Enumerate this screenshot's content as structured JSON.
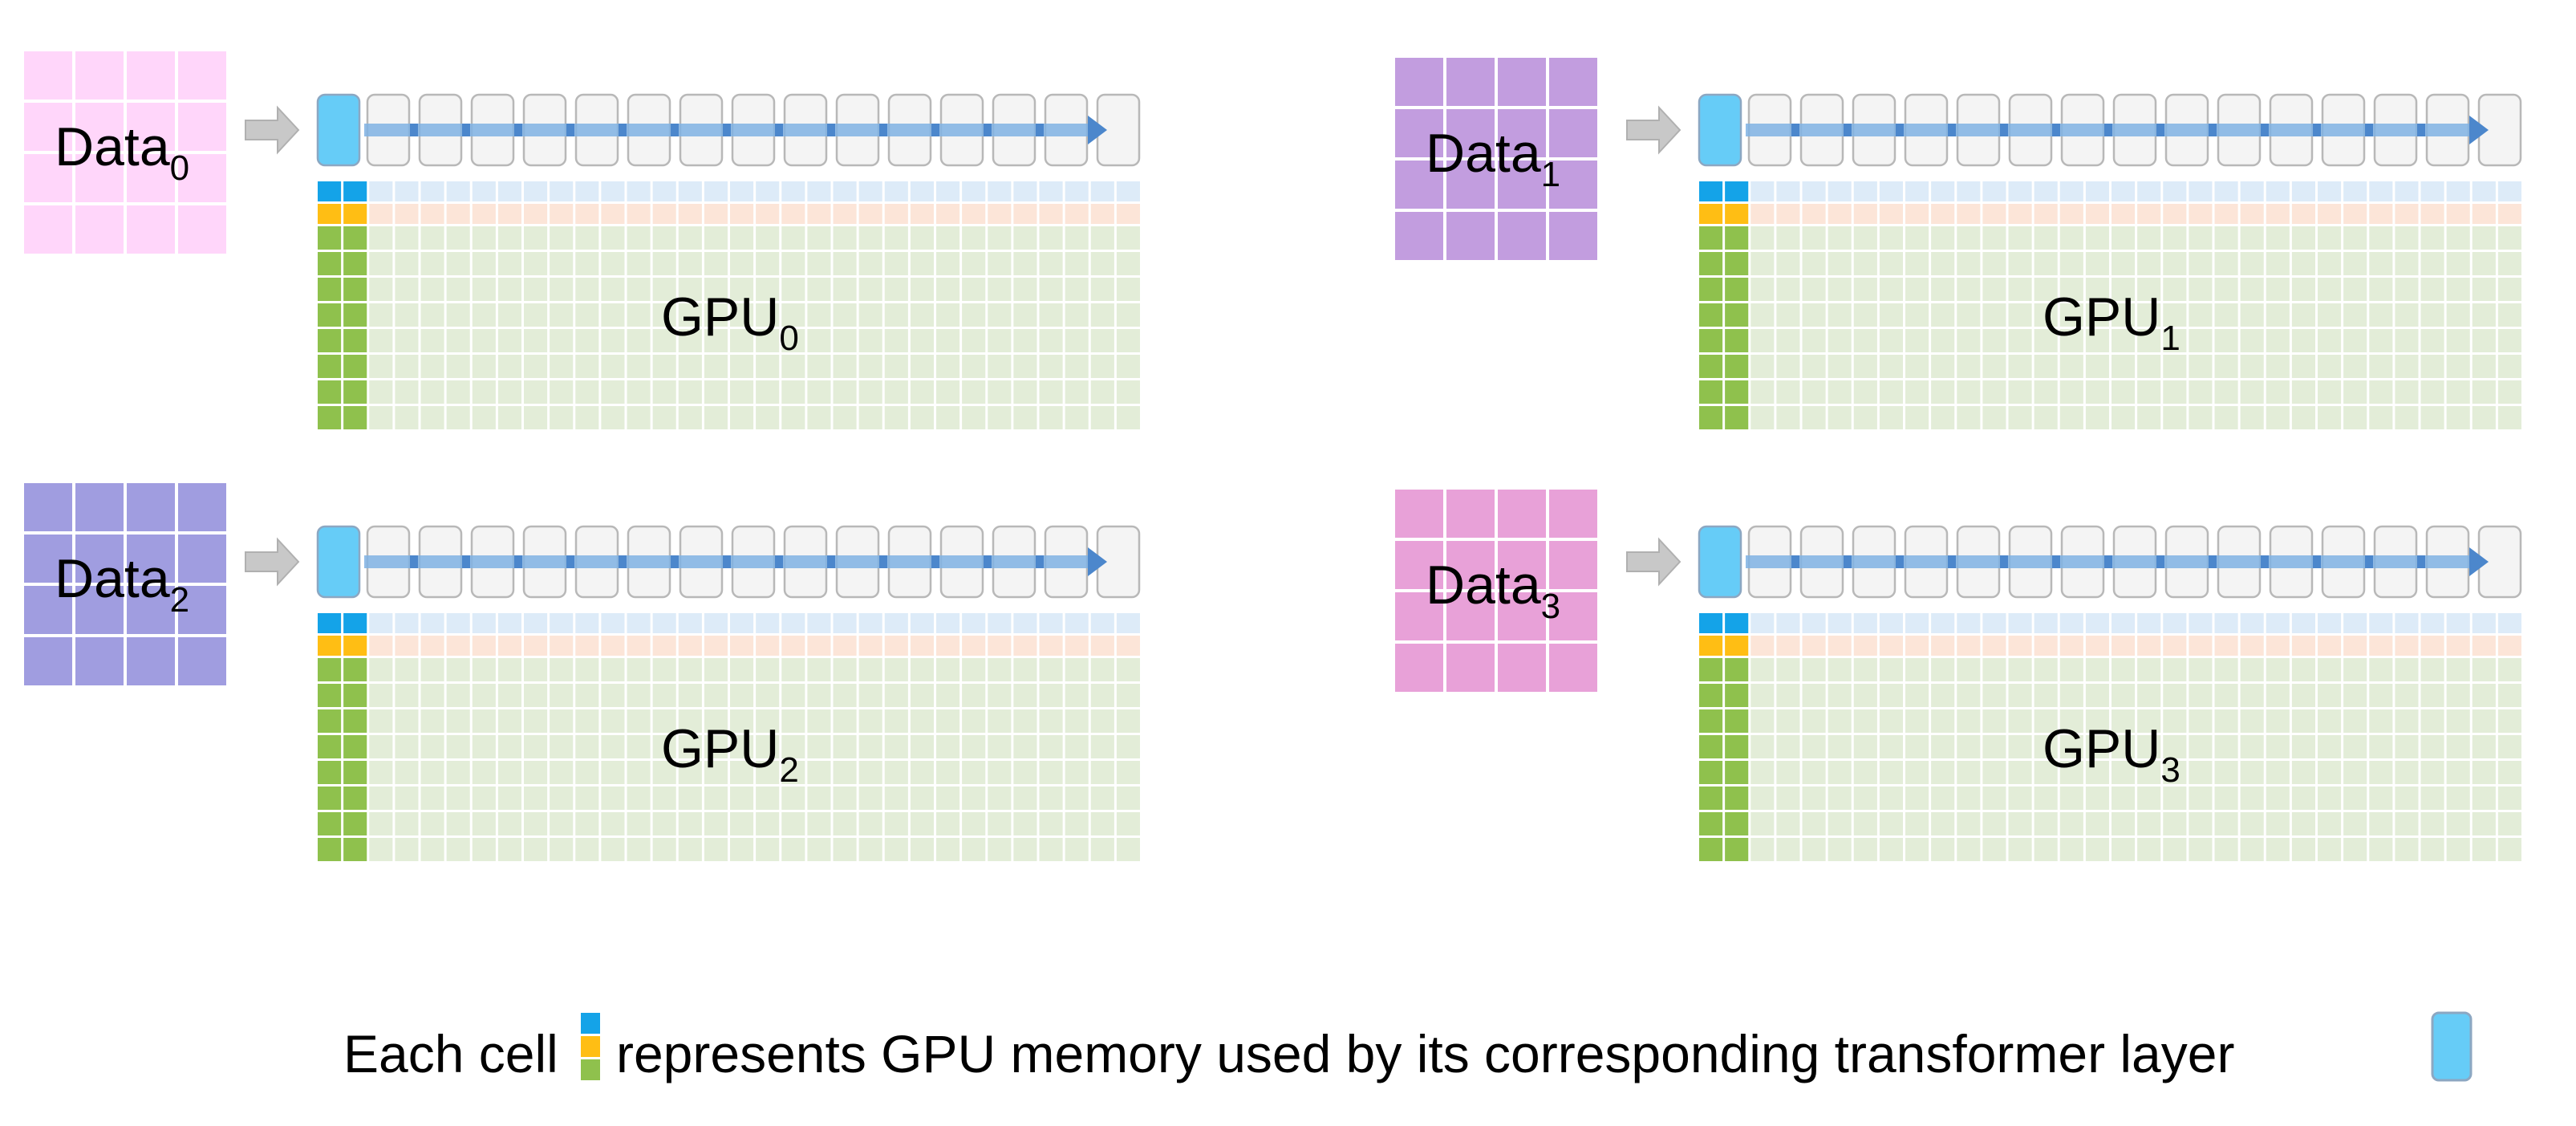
{
  "colors": {
    "layer_highlight": "#66CCF7",
    "layer_stroke": "#8CA7C2",
    "layer_default_fill": "#F4F4F4",
    "layer_default_stroke": "#B8B8B8",
    "flow_arrow": "#7FB2E3",
    "flow_arrow_dark": "#4C87CC",
    "mem_blue": "#14A3E8",
    "mem_blue_light": "#DDEBF8",
    "mem_orange": "#FFBE14",
    "mem_orange_light": "#FCE5D8",
    "mem_green": "#8FC14D",
    "mem_green_light": "#E3EDD8",
    "input_arrow": "#C8C8C8"
  },
  "panels": [
    {
      "data_label": "Data",
      "data_subscript": "0",
      "data_color": "#FFD6FA",
      "gpu_label": "GPU",
      "gpu_subscript": "0"
    },
    {
      "data_label": "Data",
      "data_subscript": "1",
      "data_color": "#C29DDF",
      "gpu_label": "GPU",
      "gpu_subscript": "1"
    },
    {
      "data_label": "Data",
      "data_subscript": "2",
      "data_color": "#A09DE0",
      "gpu_label": "GPU",
      "gpu_subscript": "2"
    },
    {
      "data_label": "Data",
      "data_subscript": "3",
      "data_color": "#E8A1D8",
      "gpu_label": "GPU",
      "gpu_subscript": "3"
    }
  ],
  "legend": {
    "prefix": "Each cell",
    "suffix": "represents GPU memory used by its corresponding transformer layer"
  }
}
